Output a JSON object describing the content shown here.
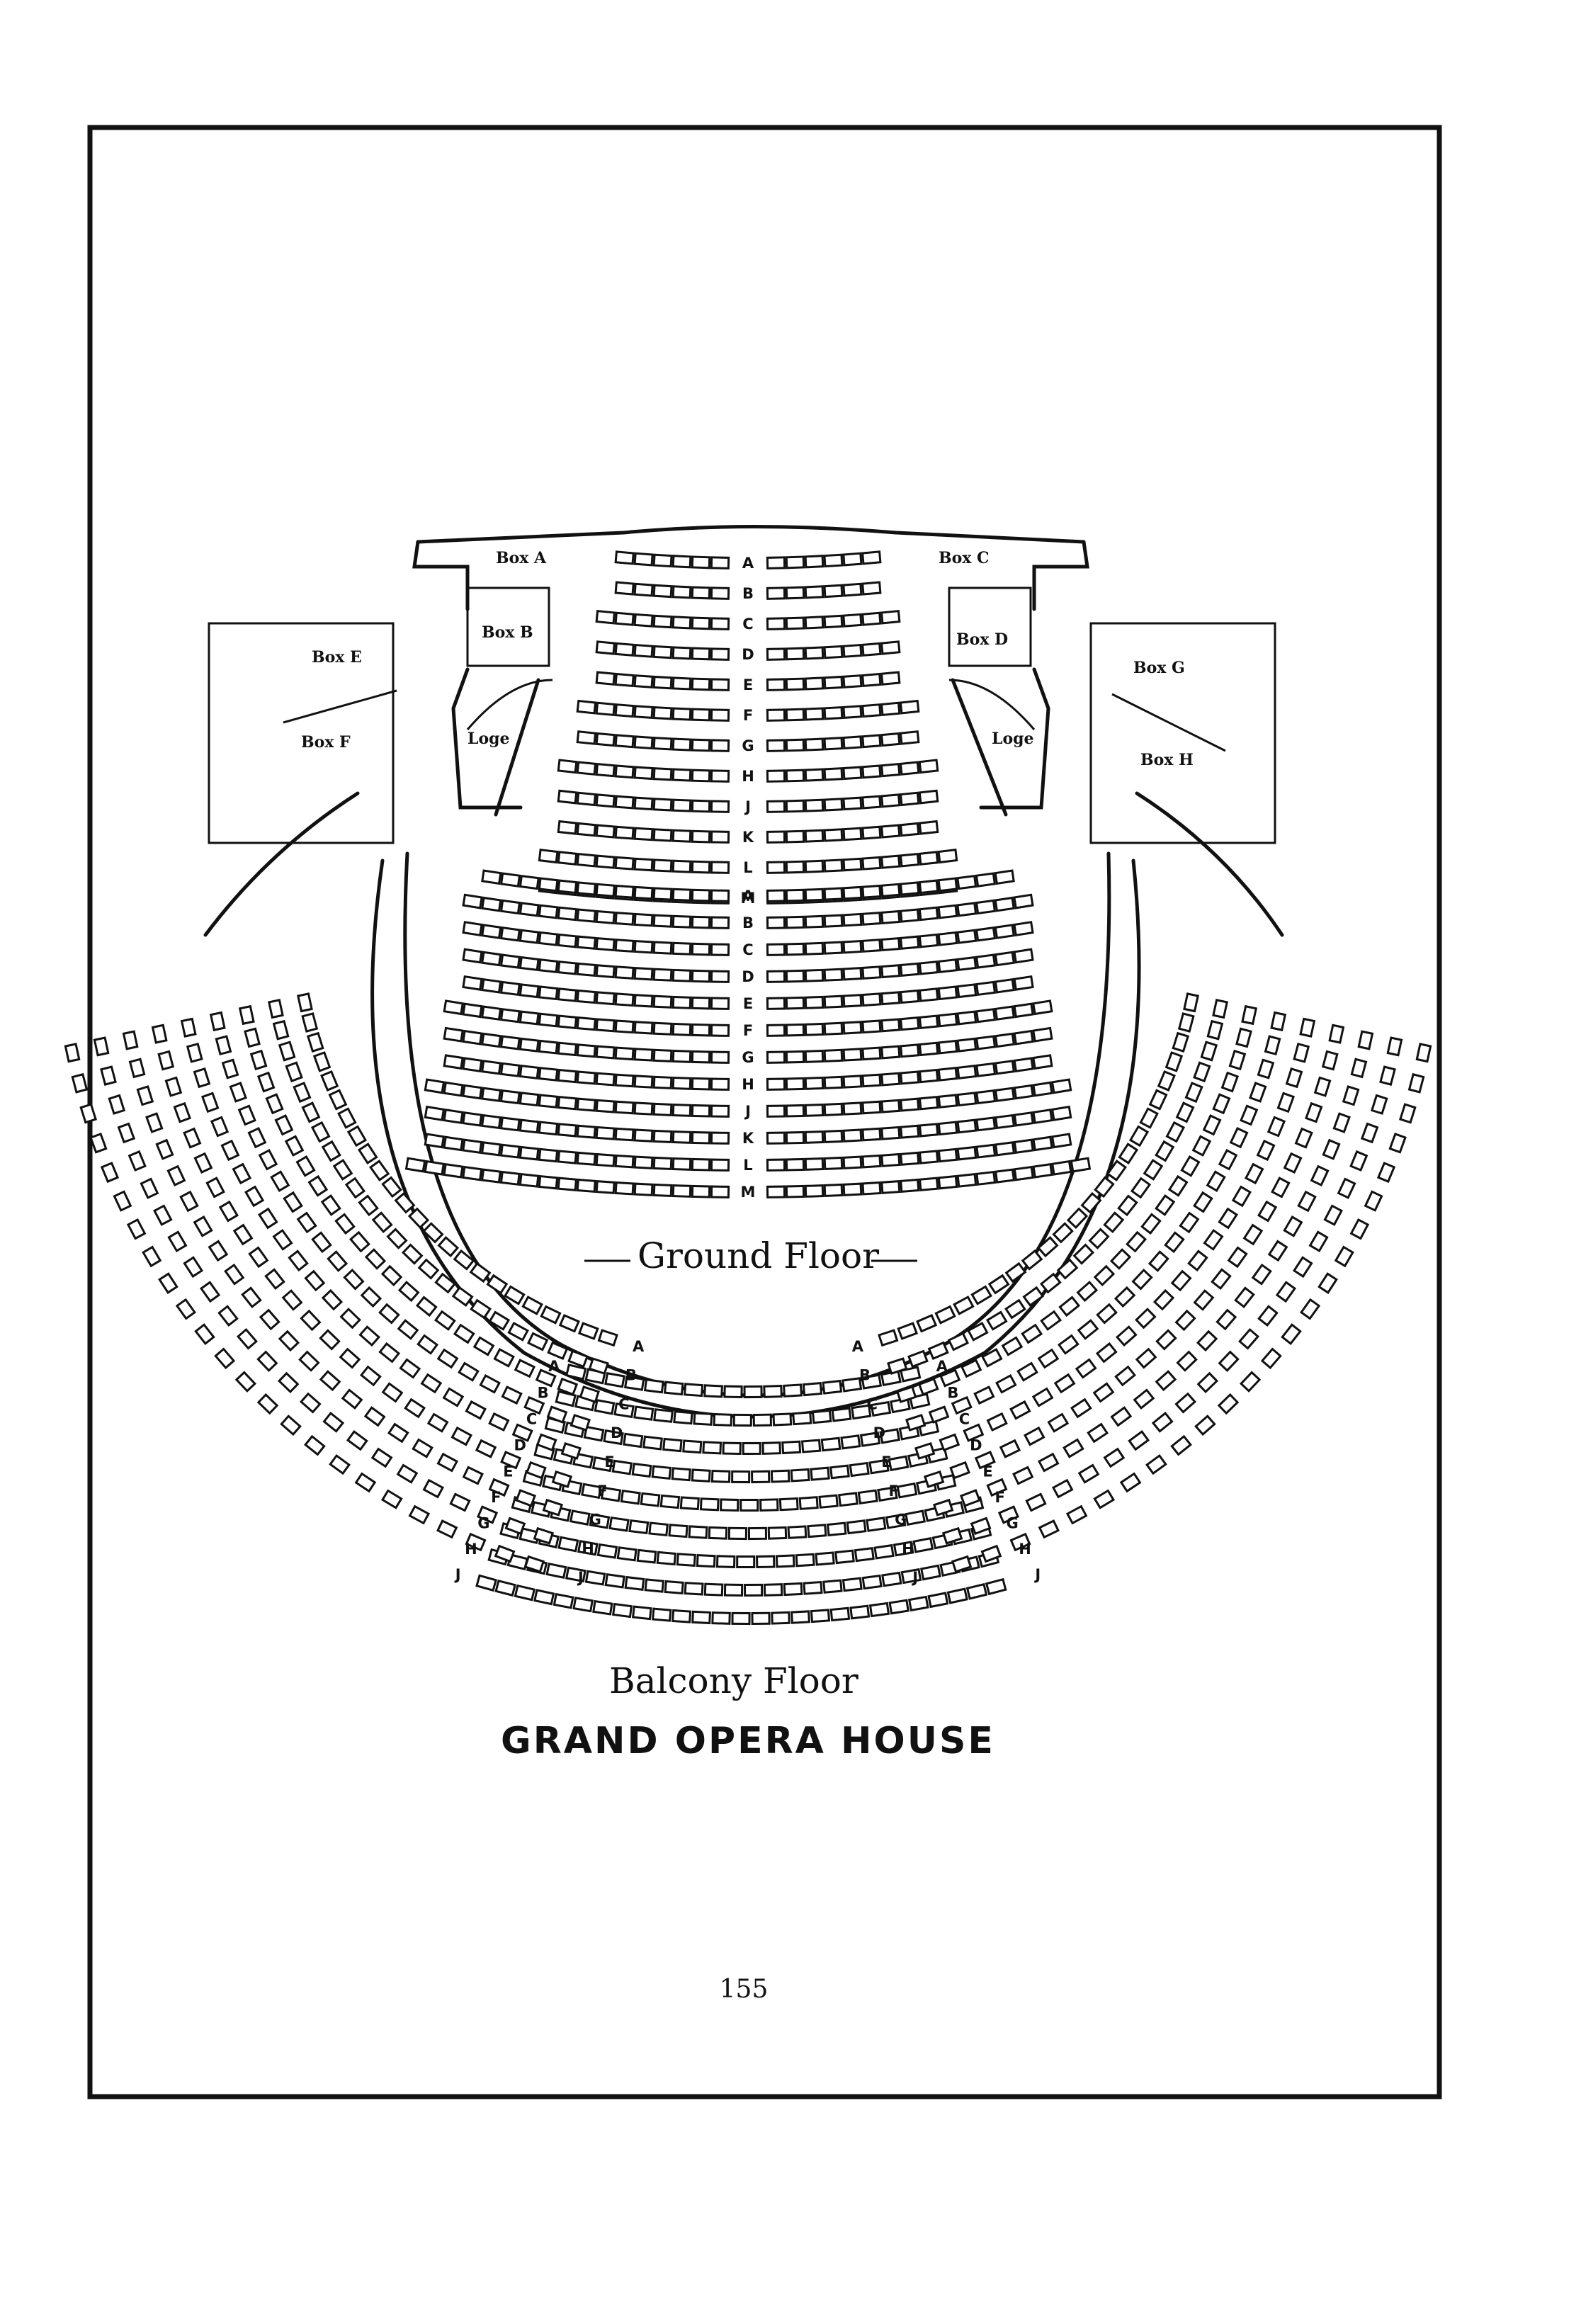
{
  "boxes": {
    "a": "Box A",
    "b": "Box B",
    "c": "Box C",
    "d": "Box D",
    "e": "Box E",
    "f": "Box F",
    "g": "Box G",
    "h": "Box H",
    "loge_left": "Loge",
    "loge_right": "Loge"
  },
  "ground_floor": {
    "label": "Ground Floor",
    "front_rows": [
      "A",
      "B",
      "C",
      "D",
      "E",
      "F",
      "G",
      "H",
      "J",
      "K",
      "L",
      "M"
    ],
    "rear_rows": [
      "A",
      "B",
      "C",
      "D",
      "E",
      "F",
      "G",
      "H",
      "J",
      "K",
      "L",
      "M"
    ]
  },
  "balcony_floor": {
    "label": "Balcony Floor",
    "center_rows": [
      "A",
      "B",
      "C",
      "D",
      "E",
      "F",
      "G",
      "H",
      "J"
    ],
    "side_rows": [
      "A",
      "B",
      "C",
      "D",
      "E",
      "F",
      "G",
      "H",
      "J"
    ]
  },
  "title": "GRAND OPERA HOUSE",
  "page_number": "155"
}
